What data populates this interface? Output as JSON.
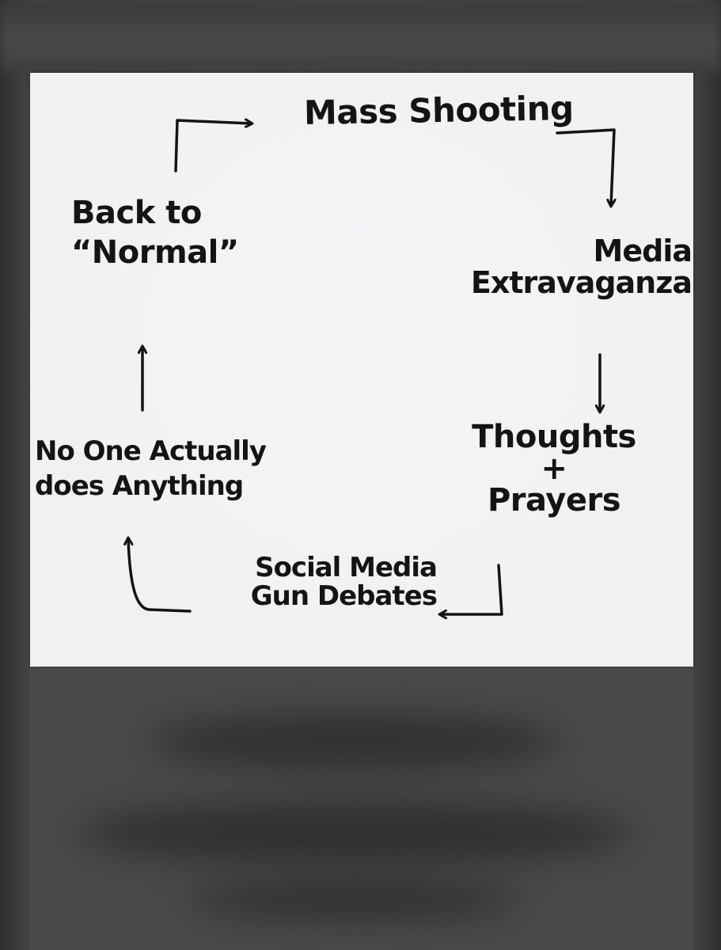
{
  "diagram": {
    "nodes": {
      "mass_shooting": "Mass Shooting",
      "media_extravaganza": "Media\nExtravaganza",
      "thoughts_prayers": "Thoughts\n+\nPrayers",
      "social_media_gun_debates": "Social Media\nGun Debates",
      "no_one_actually": "No One Actually\ndoes Anything",
      "back_to_normal": "Back to\n“Normal”"
    },
    "edges": [
      {
        "from": "mass_shooting",
        "to": "media_extravaganza"
      },
      {
        "from": "media_extravaganza",
        "to": "thoughts_prayers"
      },
      {
        "from": "thoughts_prayers",
        "to": "social_media_gun_debates"
      },
      {
        "from": "social_media_gun_debates",
        "to": "no_one_actually"
      },
      {
        "from": "no_one_actually",
        "to": "back_to_normal"
      },
      {
        "from": "back_to_normal",
        "to": "mass_shooting"
      }
    ],
    "ink_color": "#141414",
    "paper_color": "#f1f0f2"
  }
}
